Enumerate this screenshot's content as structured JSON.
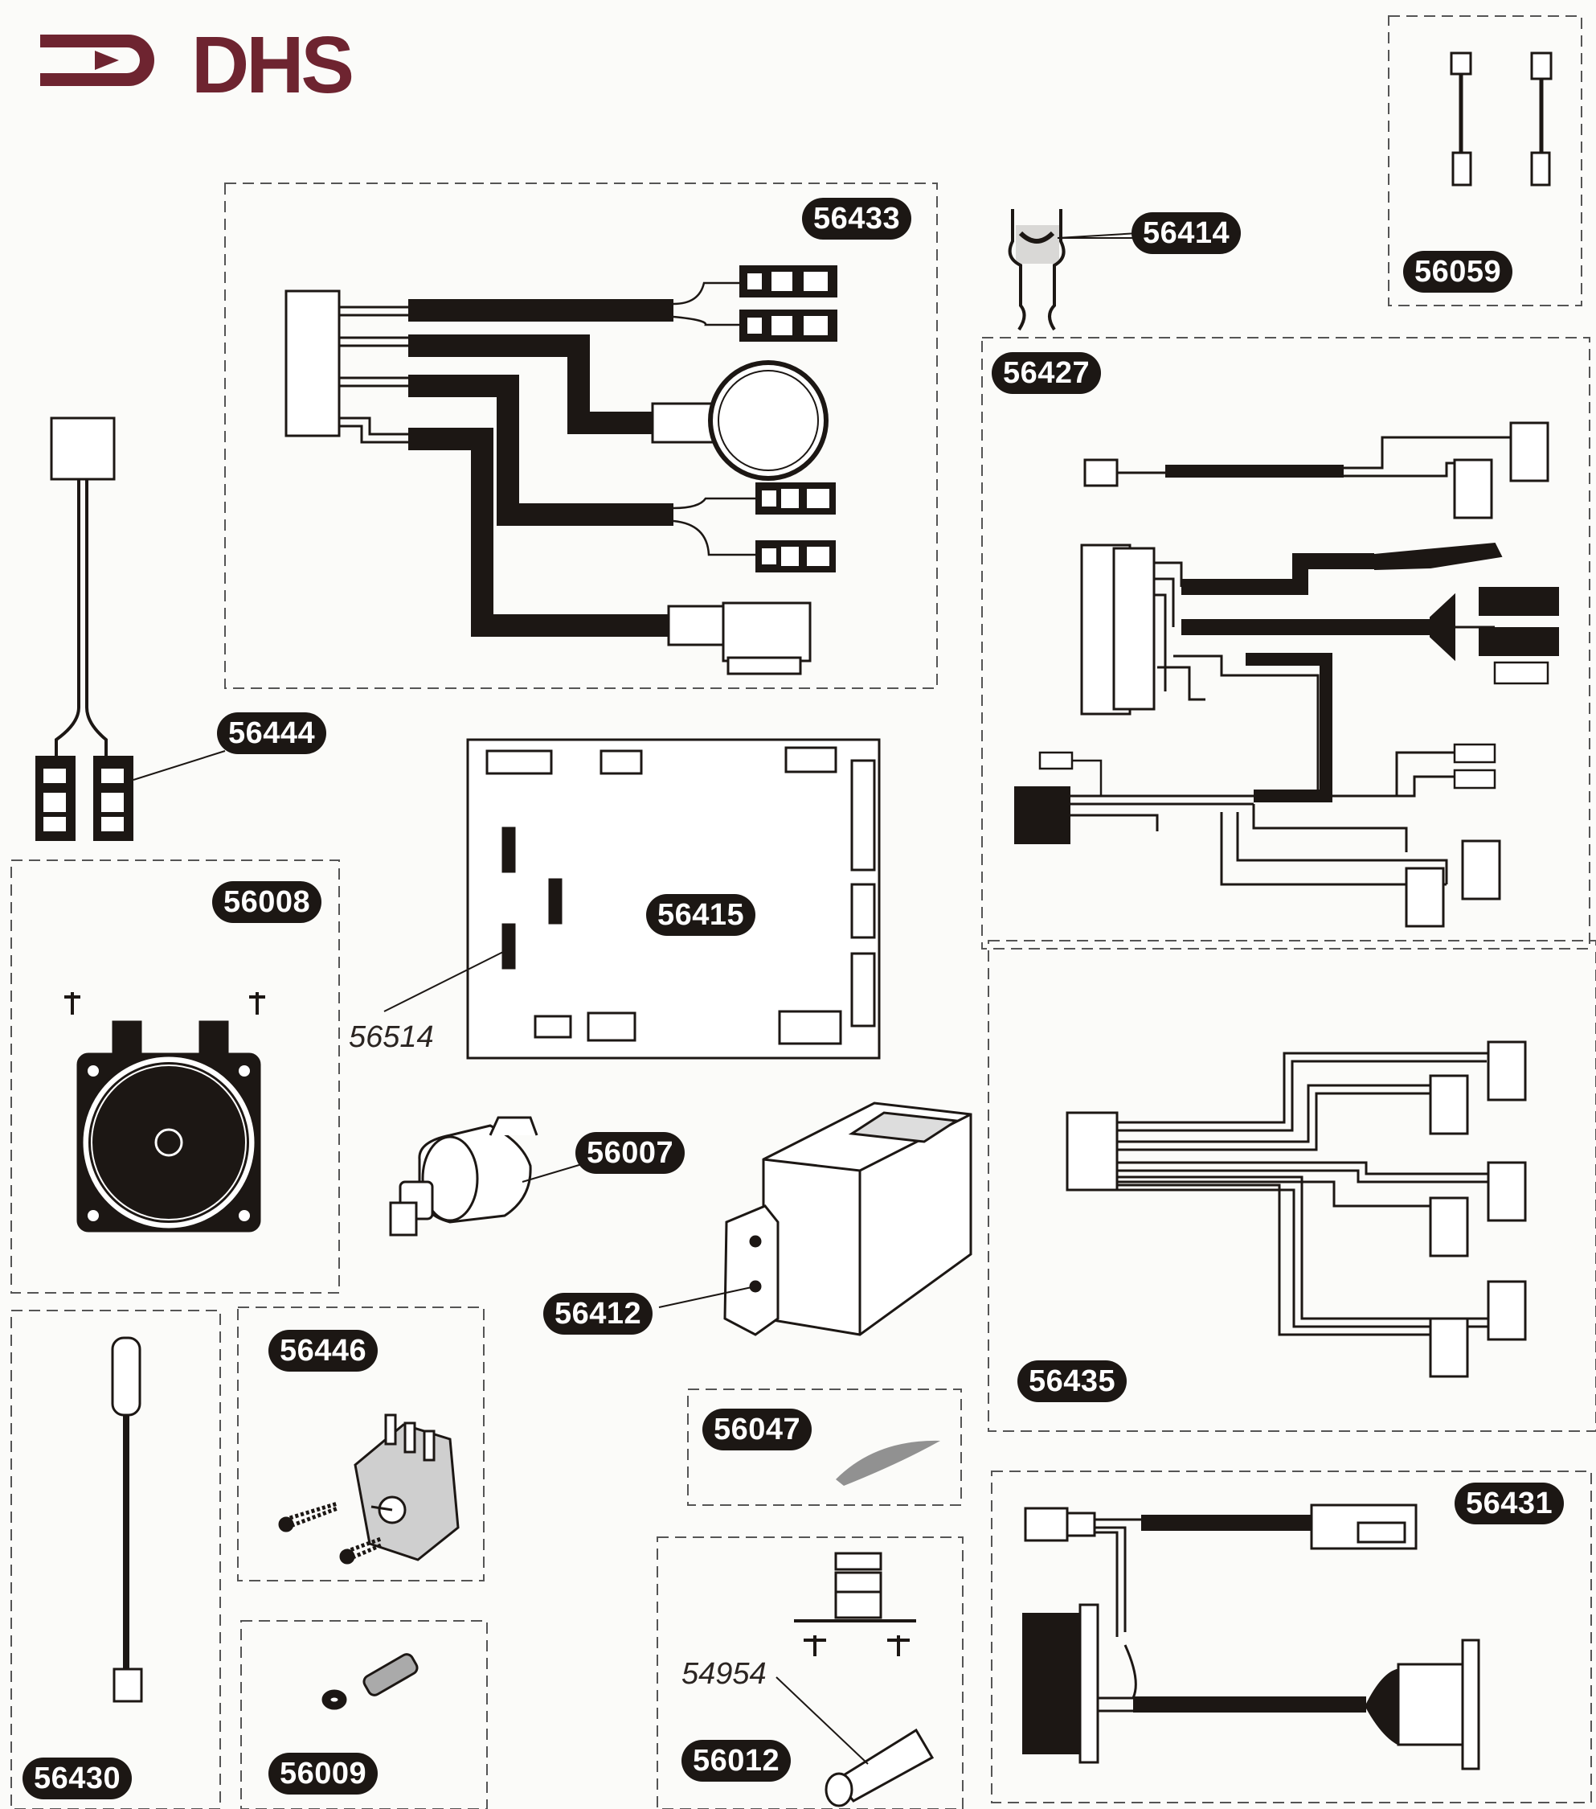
{
  "brand": {
    "logo_text": "DHS",
    "color": "#6e2430"
  },
  "part_numbers": {
    "p56433": "56433",
    "p56414": "56414",
    "p56059": "56059",
    "p56427": "56427",
    "p56444": "56444",
    "p56415": "56415",
    "p56514": "56514",
    "p56008": "56008",
    "p56007": "56007",
    "p56412": "56412",
    "p56435": "56435",
    "p56446": "56446",
    "p56047": "56047",
    "p56431": "56431",
    "p56430": "56430",
    "p56009": "56009",
    "p54954": "54954",
    "p56012": "56012"
  },
  "colors": {
    "ink": "#1c1714",
    "line": "#3a3331",
    "paper": "#fbfbf9"
  }
}
